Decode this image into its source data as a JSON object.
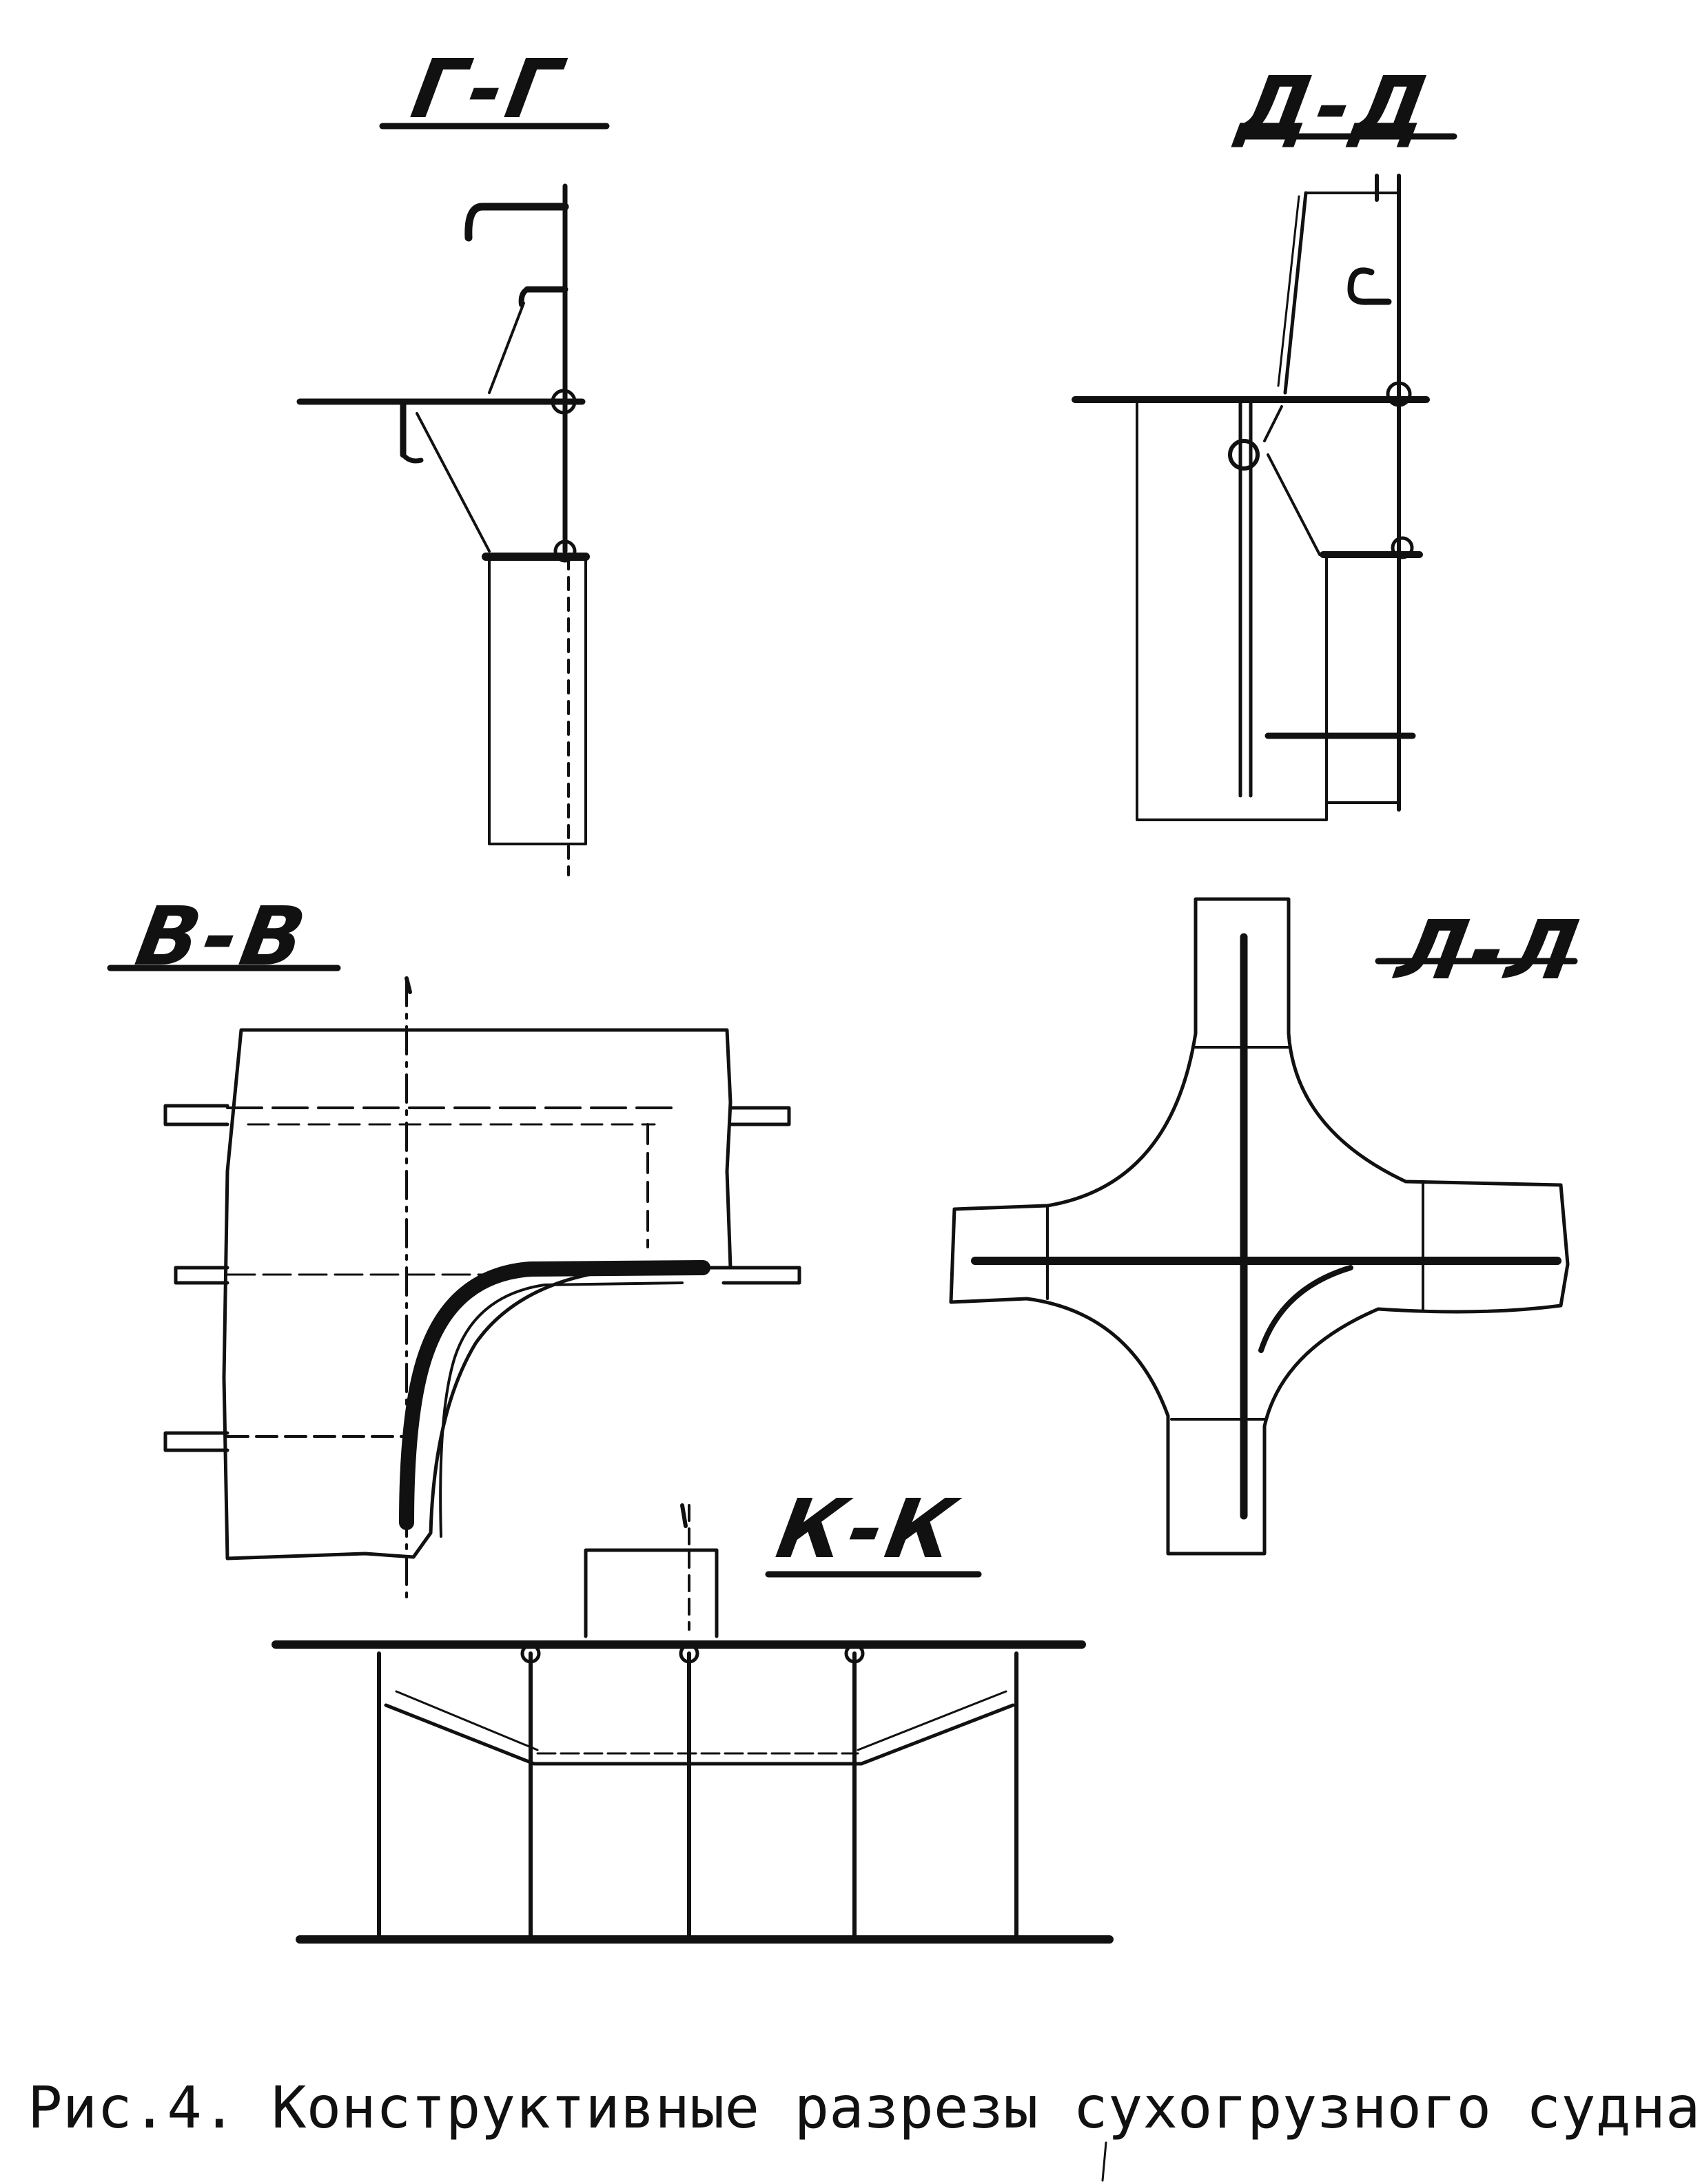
{
  "sections": {
    "gg": {
      "label": "Г-Г"
    },
    "dd": {
      "label": "Д-Д"
    },
    "vv": {
      "label": "В-В"
    },
    "ll": {
      "label": "Л-Л"
    },
    "kk": {
      "label": "К-К"
    }
  },
  "caption": "Рис.4. Конструктивные разрезы сухогрузного судна",
  "colors": {
    "ink": "#111111",
    "paper": "#ffffff"
  }
}
